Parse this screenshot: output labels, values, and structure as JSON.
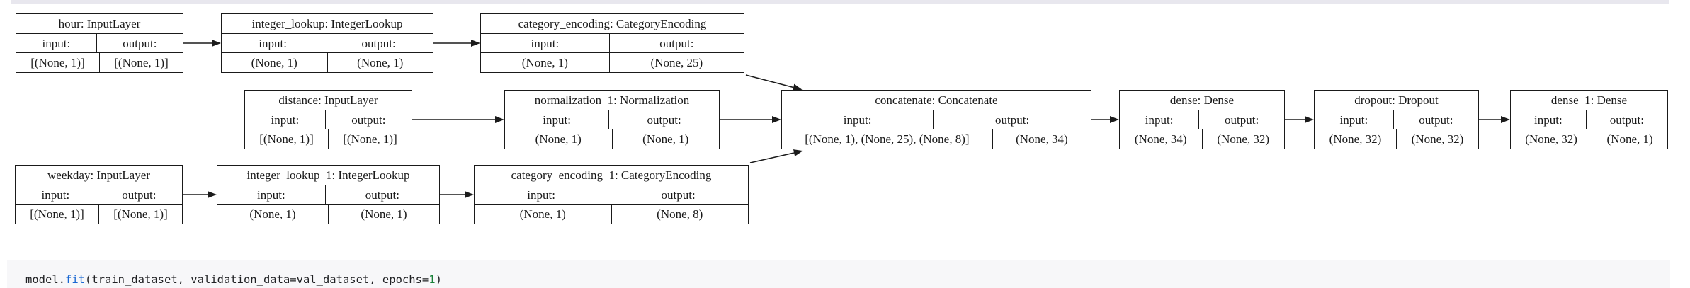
{
  "window": {
    "background": "#ffffff",
    "top_strip_color": "#e8e7ee"
  },
  "diagram": {
    "type": "keras-model-graph",
    "nodes": [
      {
        "id": "hour",
        "title": "hour: InputLayer",
        "input_label": "input:",
        "output_label": "output:",
        "input_shape": "[(None, 1)]",
        "output_shape": "[(None, 1)]"
      },
      {
        "id": "integer_lookup",
        "title": "integer_lookup: IntegerLookup",
        "input_label": "input:",
        "output_label": "output:",
        "input_shape": "(None, 1)",
        "output_shape": "(None, 1)"
      },
      {
        "id": "category_encoding",
        "title": "category_encoding: CategoryEncoding",
        "input_label": "input:",
        "output_label": "output:",
        "input_shape": "(None, 1)",
        "output_shape": "(None, 25)"
      },
      {
        "id": "distance",
        "title": "distance: InputLayer",
        "input_label": "input:",
        "output_label": "output:",
        "input_shape": "[(None, 1)]",
        "output_shape": "[(None, 1)]"
      },
      {
        "id": "normalization_1",
        "title": "normalization_1: Normalization",
        "input_label": "input:",
        "output_label": "output:",
        "input_shape": "(None, 1)",
        "output_shape": "(None, 1)"
      },
      {
        "id": "concatenate",
        "title": "concatenate: Concatenate",
        "input_label": "input:",
        "output_label": "output:",
        "input_shape": "[(None, 1), (None, 25), (None, 8)]",
        "output_shape": "(None, 34)"
      },
      {
        "id": "dense",
        "title": "dense: Dense",
        "input_label": "input:",
        "output_label": "output:",
        "input_shape": "(None, 34)",
        "output_shape": "(None, 32)"
      },
      {
        "id": "dropout",
        "title": "dropout: Dropout",
        "input_label": "input:",
        "output_label": "output:",
        "input_shape": "(None, 32)",
        "output_shape": "(None, 32)"
      },
      {
        "id": "dense_1",
        "title": "dense_1: Dense",
        "input_label": "input:",
        "output_label": "output:",
        "input_shape": "(None, 32)",
        "output_shape": "(None, 1)"
      },
      {
        "id": "weekday",
        "title": "weekday: InputLayer",
        "input_label": "input:",
        "output_label": "output:",
        "input_shape": "[(None, 1)]",
        "output_shape": "[(None, 1)]"
      },
      {
        "id": "integer_lookup_1",
        "title": "integer_lookup_1: IntegerLookup",
        "input_label": "input:",
        "output_label": "output:",
        "input_shape": "(None, 1)",
        "output_shape": "(None, 1)"
      },
      {
        "id": "category_encoding_1",
        "title": "category_encoding_1: CategoryEncoding",
        "input_label": "input:",
        "output_label": "output:",
        "input_shape": "(None, 1)",
        "output_shape": "(None, 8)"
      }
    ],
    "edges": [
      {
        "from": "hour",
        "to": "integer_lookup"
      },
      {
        "from": "integer_lookup",
        "to": "category_encoding"
      },
      {
        "from": "category_encoding",
        "to": "concatenate"
      },
      {
        "from": "distance",
        "to": "normalization_1"
      },
      {
        "from": "normalization_1",
        "to": "concatenate"
      },
      {
        "from": "weekday",
        "to": "integer_lookup_1"
      },
      {
        "from": "integer_lookup_1",
        "to": "category_encoding_1"
      },
      {
        "from": "category_encoding_1",
        "to": "concatenate"
      },
      {
        "from": "concatenate",
        "to": "dense"
      },
      {
        "from": "dense",
        "to": "dropout"
      },
      {
        "from": "dropout",
        "to": "dense_1"
      }
    ],
    "edge_color": "#1b1b1b",
    "node_border_color": "#1a1a1a"
  },
  "code_cell": {
    "background": "#f7f7f9",
    "tokens": [
      {
        "text": "model.",
        "color": "#202124"
      },
      {
        "text": "fit",
        "color": "#1967d2"
      },
      {
        "text": "(train_dataset, validation_data=val_dataset, epochs=",
        "color": "#202124"
      },
      {
        "text": "1",
        "color": "#188038"
      },
      {
        "text": ")",
        "color": "#202124"
      }
    ]
  }
}
